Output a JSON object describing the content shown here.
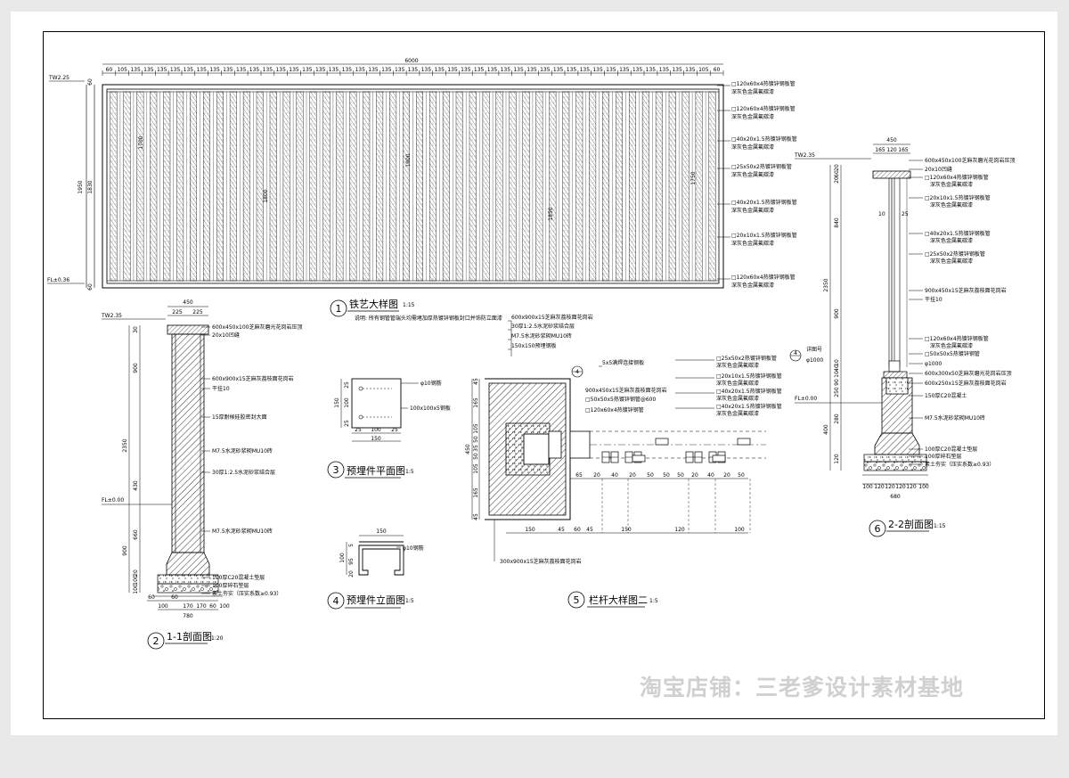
{
  "sheet": {
    "watermark": "淘宝店铺：三老爹设计素材基地"
  },
  "drawings": {
    "fence_elevation": {
      "number": "1",
      "title": "铁艺大样图",
      "scale": "1:15",
      "note": "说明: 所有钢管管端头均需堵加厚热镀锌钢板封口并饰防立面漆",
      "total_width": "6000",
      "spacing_labels": [
        "60",
        "105",
        "135",
        "135",
        "135",
        "135",
        "135",
        "135",
        "135",
        "135",
        "135",
        "135",
        "135",
        "135",
        "135",
        "135",
        "135",
        "135",
        "135",
        "135",
        "135",
        "135",
        "135",
        "135",
        "135",
        "135",
        "135",
        "135",
        "135",
        "135",
        "135",
        "135",
        "135",
        "135",
        "135",
        "135",
        "135",
        "135",
        "135",
        "135",
        "135",
        "135",
        "135",
        "135",
        "135",
        "105",
        "60"
      ],
      "left_dims": [
        "1950",
        "1830",
        "60",
        "60"
      ],
      "levels": [
        "TW2.25",
        "FL±0.36"
      ],
      "bar_labels": [
        "1700",
        "1800",
        "1900",
        "1850",
        "1750"
      ],
      "callouts": [
        "□120x60x4热镀锌钢板管",
        "□120x60x4热镀锌钢板管",
        "□40x20x1.5热镀锌钢板管",
        "□25x50x2热镀锌钢板管",
        "□40x20x1.5热镀锌钢板管",
        "□20x10x1.5热镀锌钢板管",
        "□120x60x4热镀锌钢板管"
      ],
      "finish": "深灰色金属氟碳漆"
    },
    "section_1_1": {
      "number": "2",
      "title": "1-1剖面图",
      "scale": "1:20",
      "levels": [
        "TW2.35",
        "FL±0.00"
      ],
      "top_dims": [
        "450",
        "225",
        "225"
      ],
      "left_dims": [
        "2350",
        "900",
        "430",
        "660",
        "900",
        "30",
        "20",
        "100",
        "100"
      ],
      "bottom_dims": [
        "60",
        "100",
        "60",
        "170",
        "170",
        "60",
        "100",
        "780"
      ],
      "callouts": [
        "600x450x100芝麻灰磨光花岗岩压顶",
        "20x10凹缝",
        "600x900x15芝麻灰荔枝面花岗岩",
        "干挂10",
        "15厚耐候硅胶密封大面",
        "M7.5水泥砂浆砌MU10砖",
        "30厚1:2.5水泥砂浆结合层",
        "M7.5水泥砂浆砌MU10砖",
        "100厚C20混凝土垫层",
        "100厚碎石垫层",
        "素土夯实（压实系数≥0.93）"
      ]
    },
    "embed_plan": {
      "number": "3",
      "title": "预埋件平面图",
      "scale": "1:5",
      "dims": [
        "150",
        "25",
        "100",
        "25",
        "150",
        "25",
        "25"
      ],
      "callouts": [
        "φ10钢筋",
        "100x100x5钢板"
      ]
    },
    "embed_elevation": {
      "number": "4",
      "title": "预埋件立面图",
      "scale": "1:5",
      "dims": [
        "150",
        "100",
        "5",
        "95",
        "20"
      ],
      "callouts": [
        "φ10钢筋"
      ]
    },
    "railing_detail": {
      "number": "5",
      "title": "栏杆大样图二",
      "scale": "1:5",
      "top_callouts": [
        "600x900x15芝麻灰荔枝面花岗岩",
        "30厚1:2.5水泥砂浆结合层",
        "M7.5水泥砂浆砌MU10砖",
        "150x150预埋钢板",
        "5x5满焊连接钢板"
      ],
      "mid_callouts": [
        "900x450x15芝麻灰荔枝面花岗岩",
        "□50x50x5热镀锌钢管@600",
        "□120x60x4热镀锌钢管"
      ],
      "right_callouts": [
        "□25x50x2热镀锌钢板管",
        "□20x10x1.5热镀锌钢板管",
        "□40x20x1.5热镀锌钢板管",
        "□40x20x1.5热镀锌钢板管"
      ],
      "finish": "深灰色金属氟碳漆",
      "bottom_callout": "300x900x15芝麻灰荔枝面花岗岩",
      "left_dims": [
        "45",
        "165",
        "105",
        "50",
        "35",
        "50",
        "105",
        "165",
        "45",
        "450"
      ],
      "bottom_dims": [
        "150",
        "45",
        "60",
        "45",
        "150",
        "120",
        "100"
      ],
      "gap_dims": [
        "65",
        "20",
        "40",
        "20",
        "50",
        "50",
        "50",
        "20",
        "40",
        "20",
        "50"
      ],
      "section_marker": "4"
    },
    "section_2_2": {
      "number": "6",
      "title": "2-2剖面图",
      "scale": "1:15",
      "levels": [
        "TW2.35",
        "FL±0.00"
      ],
      "top_dims": [
        "450",
        "165",
        "120",
        "165"
      ],
      "left_dims": [
        "20",
        "60",
        "20",
        "840",
        "2350",
        "900",
        "10",
        "40",
        "10",
        "90",
        "250",
        "280",
        "400",
        "120"
      ],
      "bottom_dims": [
        "100",
        "120",
        "120",
        "120",
        "120",
        "100",
        "680"
      ],
      "inner_dims": [
        "10",
        "25"
      ],
      "ref_marker": "φ1000",
      "marker_note": "详图号",
      "callouts": [
        "600x450x100芝麻灰磨光花岗岩压顶",
        "20x10凹缝",
        "□120x60x4热镀锌钢板管",
        "□20x10x1.5热镀锌钢板管",
        "□40x20x1.5热镀锌钢板管",
        "□25x50x2热镀锌钢板管",
        "900x450x15芝麻灰荔枝面花岗岩",
        "干挂10",
        "□120x60x4热镀锌钢板管",
        "□50x50x5热镀锌钢管",
        "φ1000",
        "600x300x50芝麻灰磨光花岗岩压顶",
        "600x250x15芝麻灰荔枝面花岗岩",
        "150厚C20混凝土",
        "M7.5水泥砂浆砌MU10砖",
        "100厚C20混凝土垫层",
        "100厚碎石垫层",
        "素土夯实（压实系数≥0.93）"
      ],
      "finish": "深灰色金属氟碳漆"
    }
  }
}
